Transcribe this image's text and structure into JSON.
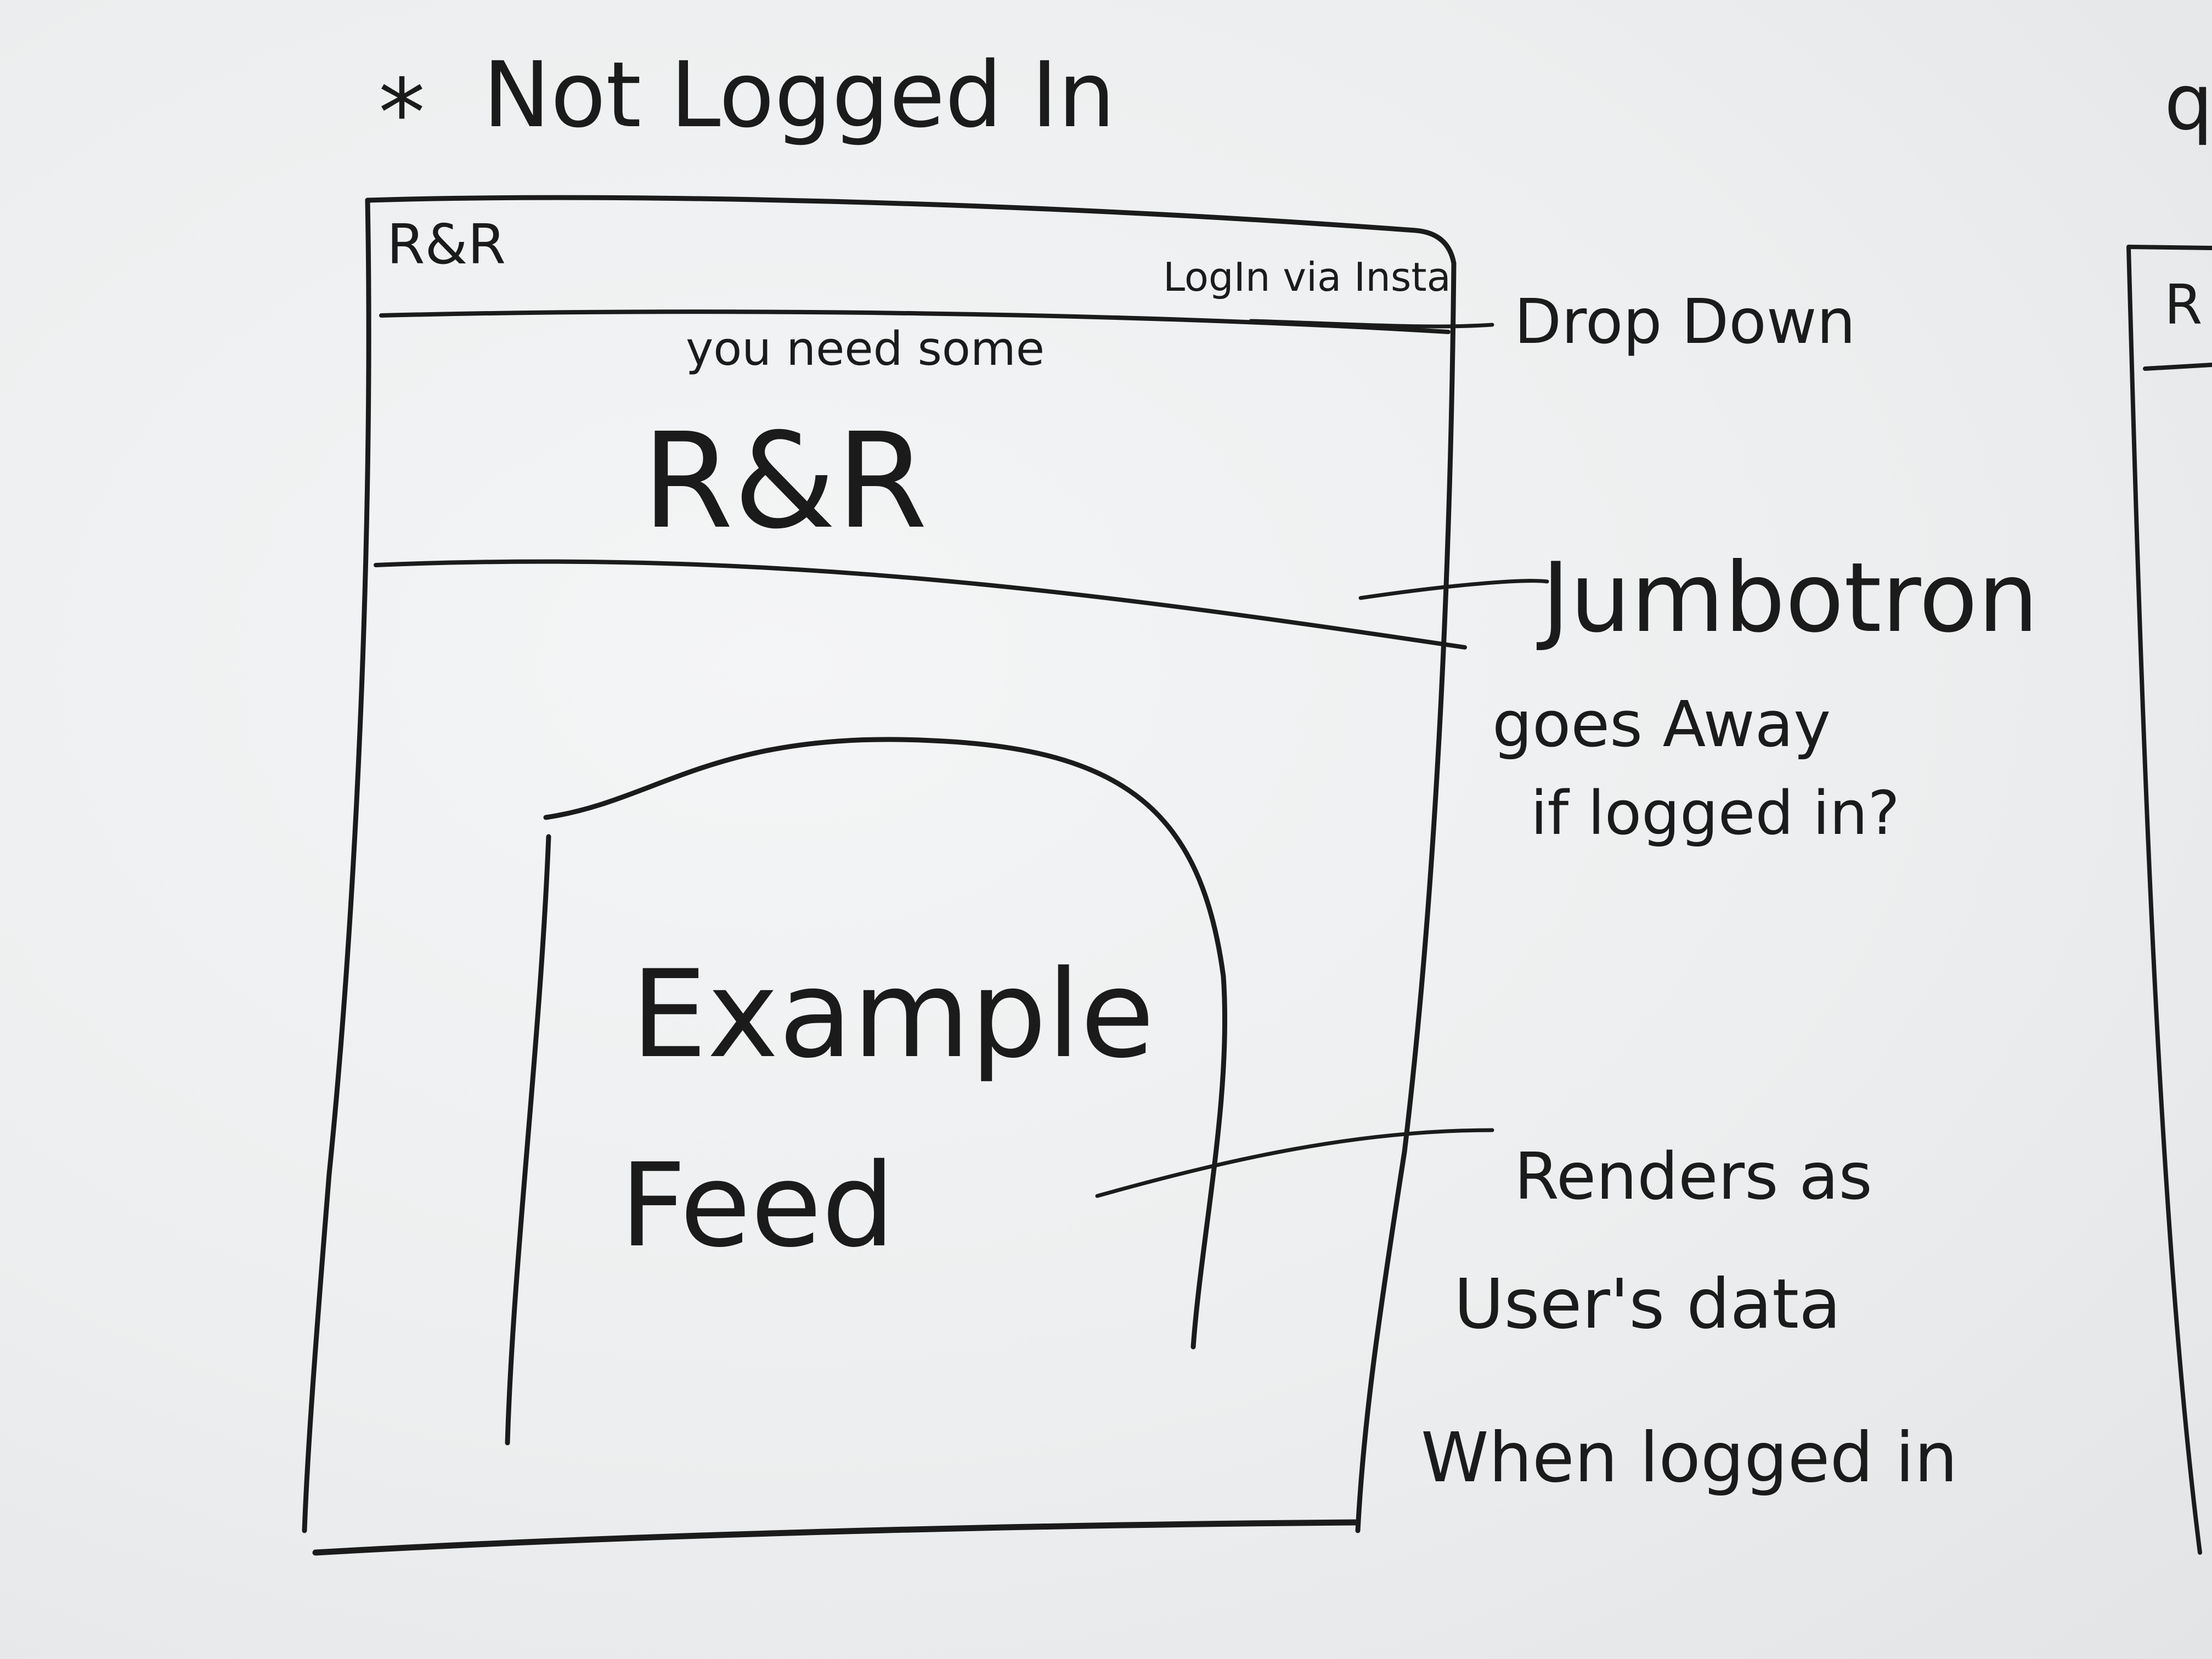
{
  "page_heading": {
    "marker": "*",
    "text": "Not Logged In"
  },
  "wireframe": {
    "navbar": {
      "brand": "R&R",
      "login_link": "LogIn via Insta"
    },
    "jumbotron": {
      "tagline": "you need some",
      "title": "R&R"
    },
    "feed": {
      "line1": "Example",
      "line2": "Feed"
    }
  },
  "annotations": {
    "dropdown": "Drop Down",
    "jumbotron_label": "Jumbotron",
    "jumbotron_note_line1": "goes Away",
    "jumbotron_note_line2": "if logged in?",
    "feed_note_line1": "Renders as",
    "feed_note_line2": "User's data",
    "feed_note_line3": "When logged in"
  },
  "right_edge_fragments": {
    "heading_fragment": "q",
    "frame_fragment": "R"
  },
  "colors": {
    "ink": "#1b1b1b",
    "paper": "#eceeef"
  }
}
